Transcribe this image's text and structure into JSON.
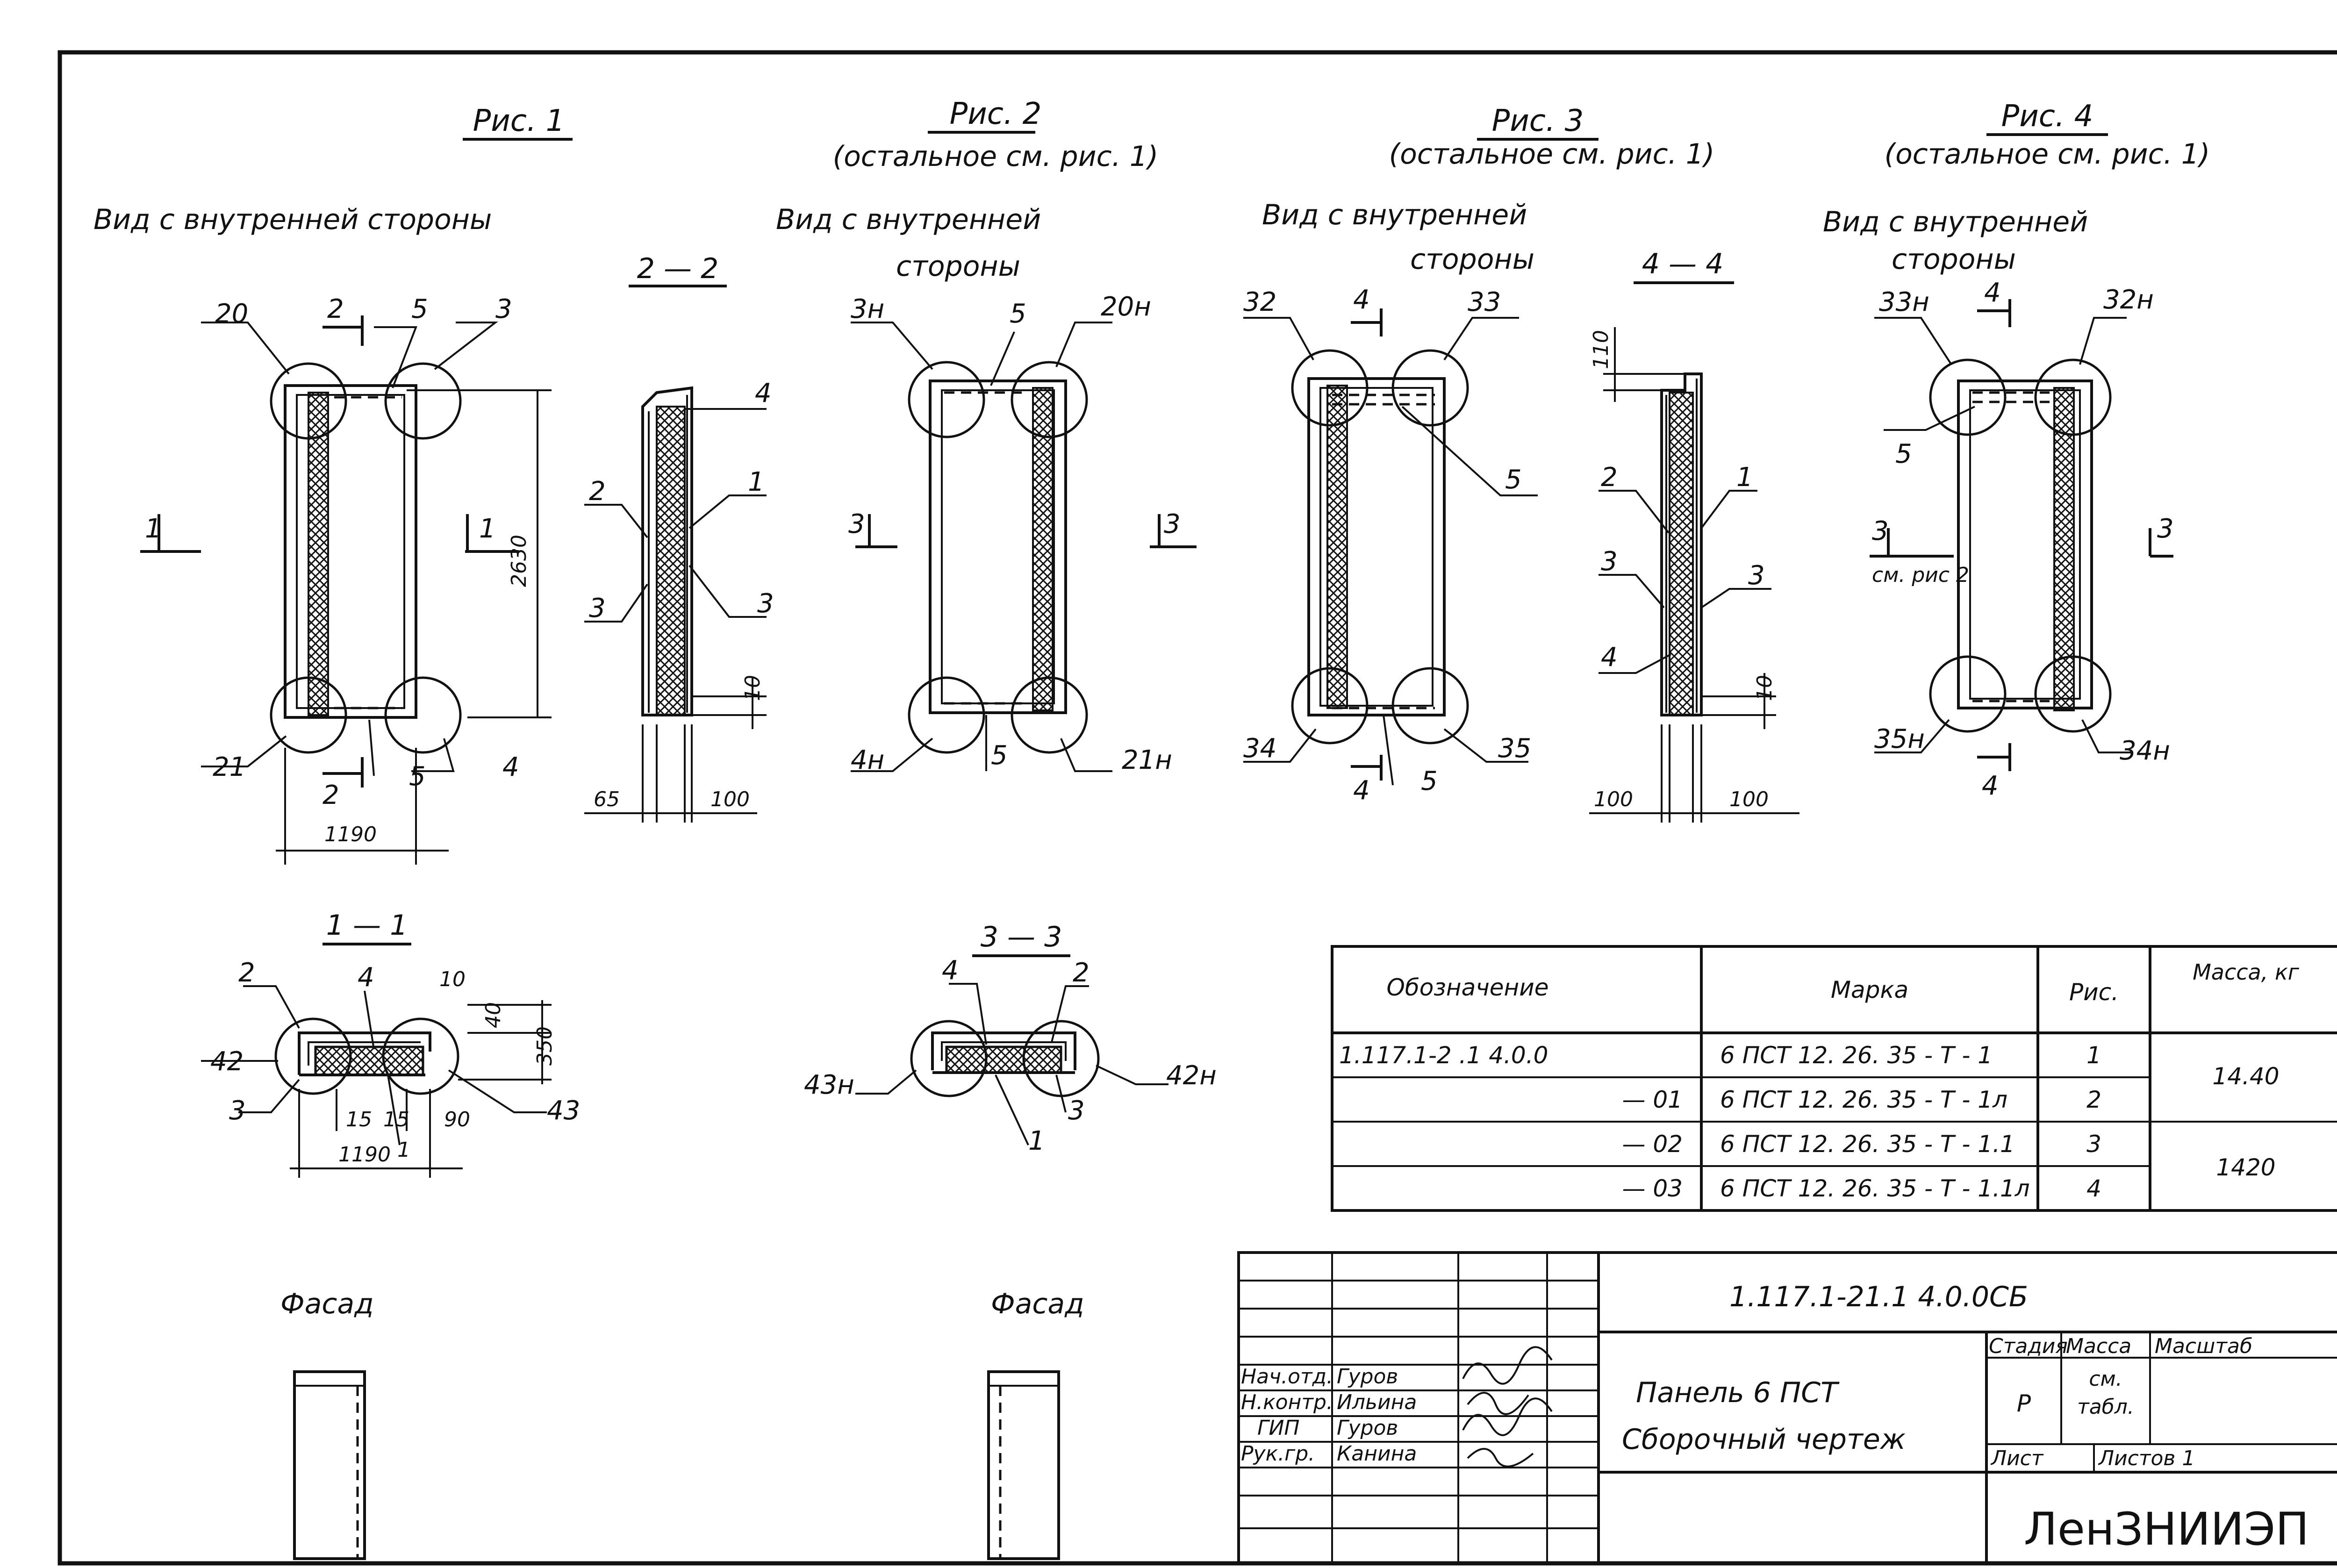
{
  "figures": {
    "fig1": {
      "title": "Рис. 1",
      "view": "Вид с внутренней стороны"
    },
    "fig2": {
      "title": "Рис. 2",
      "note": "(остальное см. рис. 1)",
      "view1": "Вид с внутренней",
      "view2": "стороны"
    },
    "fig3": {
      "title": "Рис. 3",
      "note": "(остальное см. рис. 1)",
      "view1": "Вид с внутренней",
      "view2": "стороны"
    },
    "fig4": {
      "title": "Рис. 4",
      "note": "(остальное см. рис. 1)",
      "view1": "Вид с внутренней",
      "view2": "стороны"
    }
  },
  "sections": {
    "s11": "1 — 1",
    "s22": "2 — 2",
    "s33": "3 — 3",
    "s44": "4 — 4"
  },
  "facade": {
    "left": "Фасад",
    "right": "Фасад"
  },
  "labels": {
    "f1": [
      "20",
      "2",
      "5",
      "3",
      "1",
      "1",
      "21",
      "2",
      "5",
      "4"
    ],
    "f2": [
      "3н",
      "5",
      "20н",
      "3",
      "3",
      "4н",
      "5",
      "21н"
    ],
    "f3": [
      "32",
      "4",
      "33",
      "5",
      "34",
      "4",
      "5",
      "35"
    ],
    "f4": [
      "33н",
      "4",
      "32н",
      "5",
      "3",
      "см. рис 2",
      "3",
      "35н",
      "4",
      "34н"
    ],
    "s22": [
      "4",
      "2",
      "1",
      "3",
      "3"
    ],
    "s44": [
      "2",
      "1",
      "3",
      "3",
      "4"
    ],
    "s11": [
      "2",
      "4",
      "10",
      "40",
      "350",
      "42",
      "43",
      "3",
      "15",
      "15",
      "1",
      "90"
    ],
    "s33": [
      "4",
      "2",
      "43н",
      "42н",
      "3",
      "1"
    ]
  },
  "dims": {
    "h2630": "2630",
    "w1190": "1190",
    "w1190b": "1190",
    "d65": "65",
    "d100a": "100",
    "d10a": "10",
    "d100b": "100",
    "d100c": "100",
    "d110": "110",
    "d10b": "10"
  },
  "spec_table": {
    "headers": [
      "Обозначение",
      "Марка",
      "Рис.",
      "Масса, кг"
    ],
    "rows": [
      [
        "1.117.1-2 .1 4.0.0",
        "6 ПСТ 12. 26. 35 - Т - 1",
        "1"
      ],
      [
        "— 01",
        "6 ПСТ 12. 26. 35 - Т - 1л",
        "2"
      ],
      [
        "— 02",
        "6 ПСТ 12. 26. 35 - Т - 1.1",
        "3"
      ],
      [
        "— 03",
        "6 ПСТ 12. 26. 35 - Т - 1.1л",
        "4"
      ]
    ],
    "mass": [
      "14.40",
      "1420"
    ]
  },
  "title_block": {
    "code": "1.117.1-21.1 4.0.0СБ",
    "name1": "Панель 6 ПСТ",
    "name2": "Сборочный чертеж",
    "roles": [
      "Нач.отд.",
      "Н.контр.",
      "ГИП",
      "Рук.гр."
    ],
    "people": [
      "Гуров",
      "Ильина",
      "Гуров",
      "Канина"
    ],
    "stage_hdr": "Стадия",
    "mass_hdr": "Масса",
    "scale_hdr": "Масштаб",
    "stage": "Р",
    "mass_val1": "см.",
    "mass_val2": "табл.",
    "sheet": "Лист",
    "sheets": "Листов 1",
    "org": "ЛенЗНИИЭП"
  }
}
